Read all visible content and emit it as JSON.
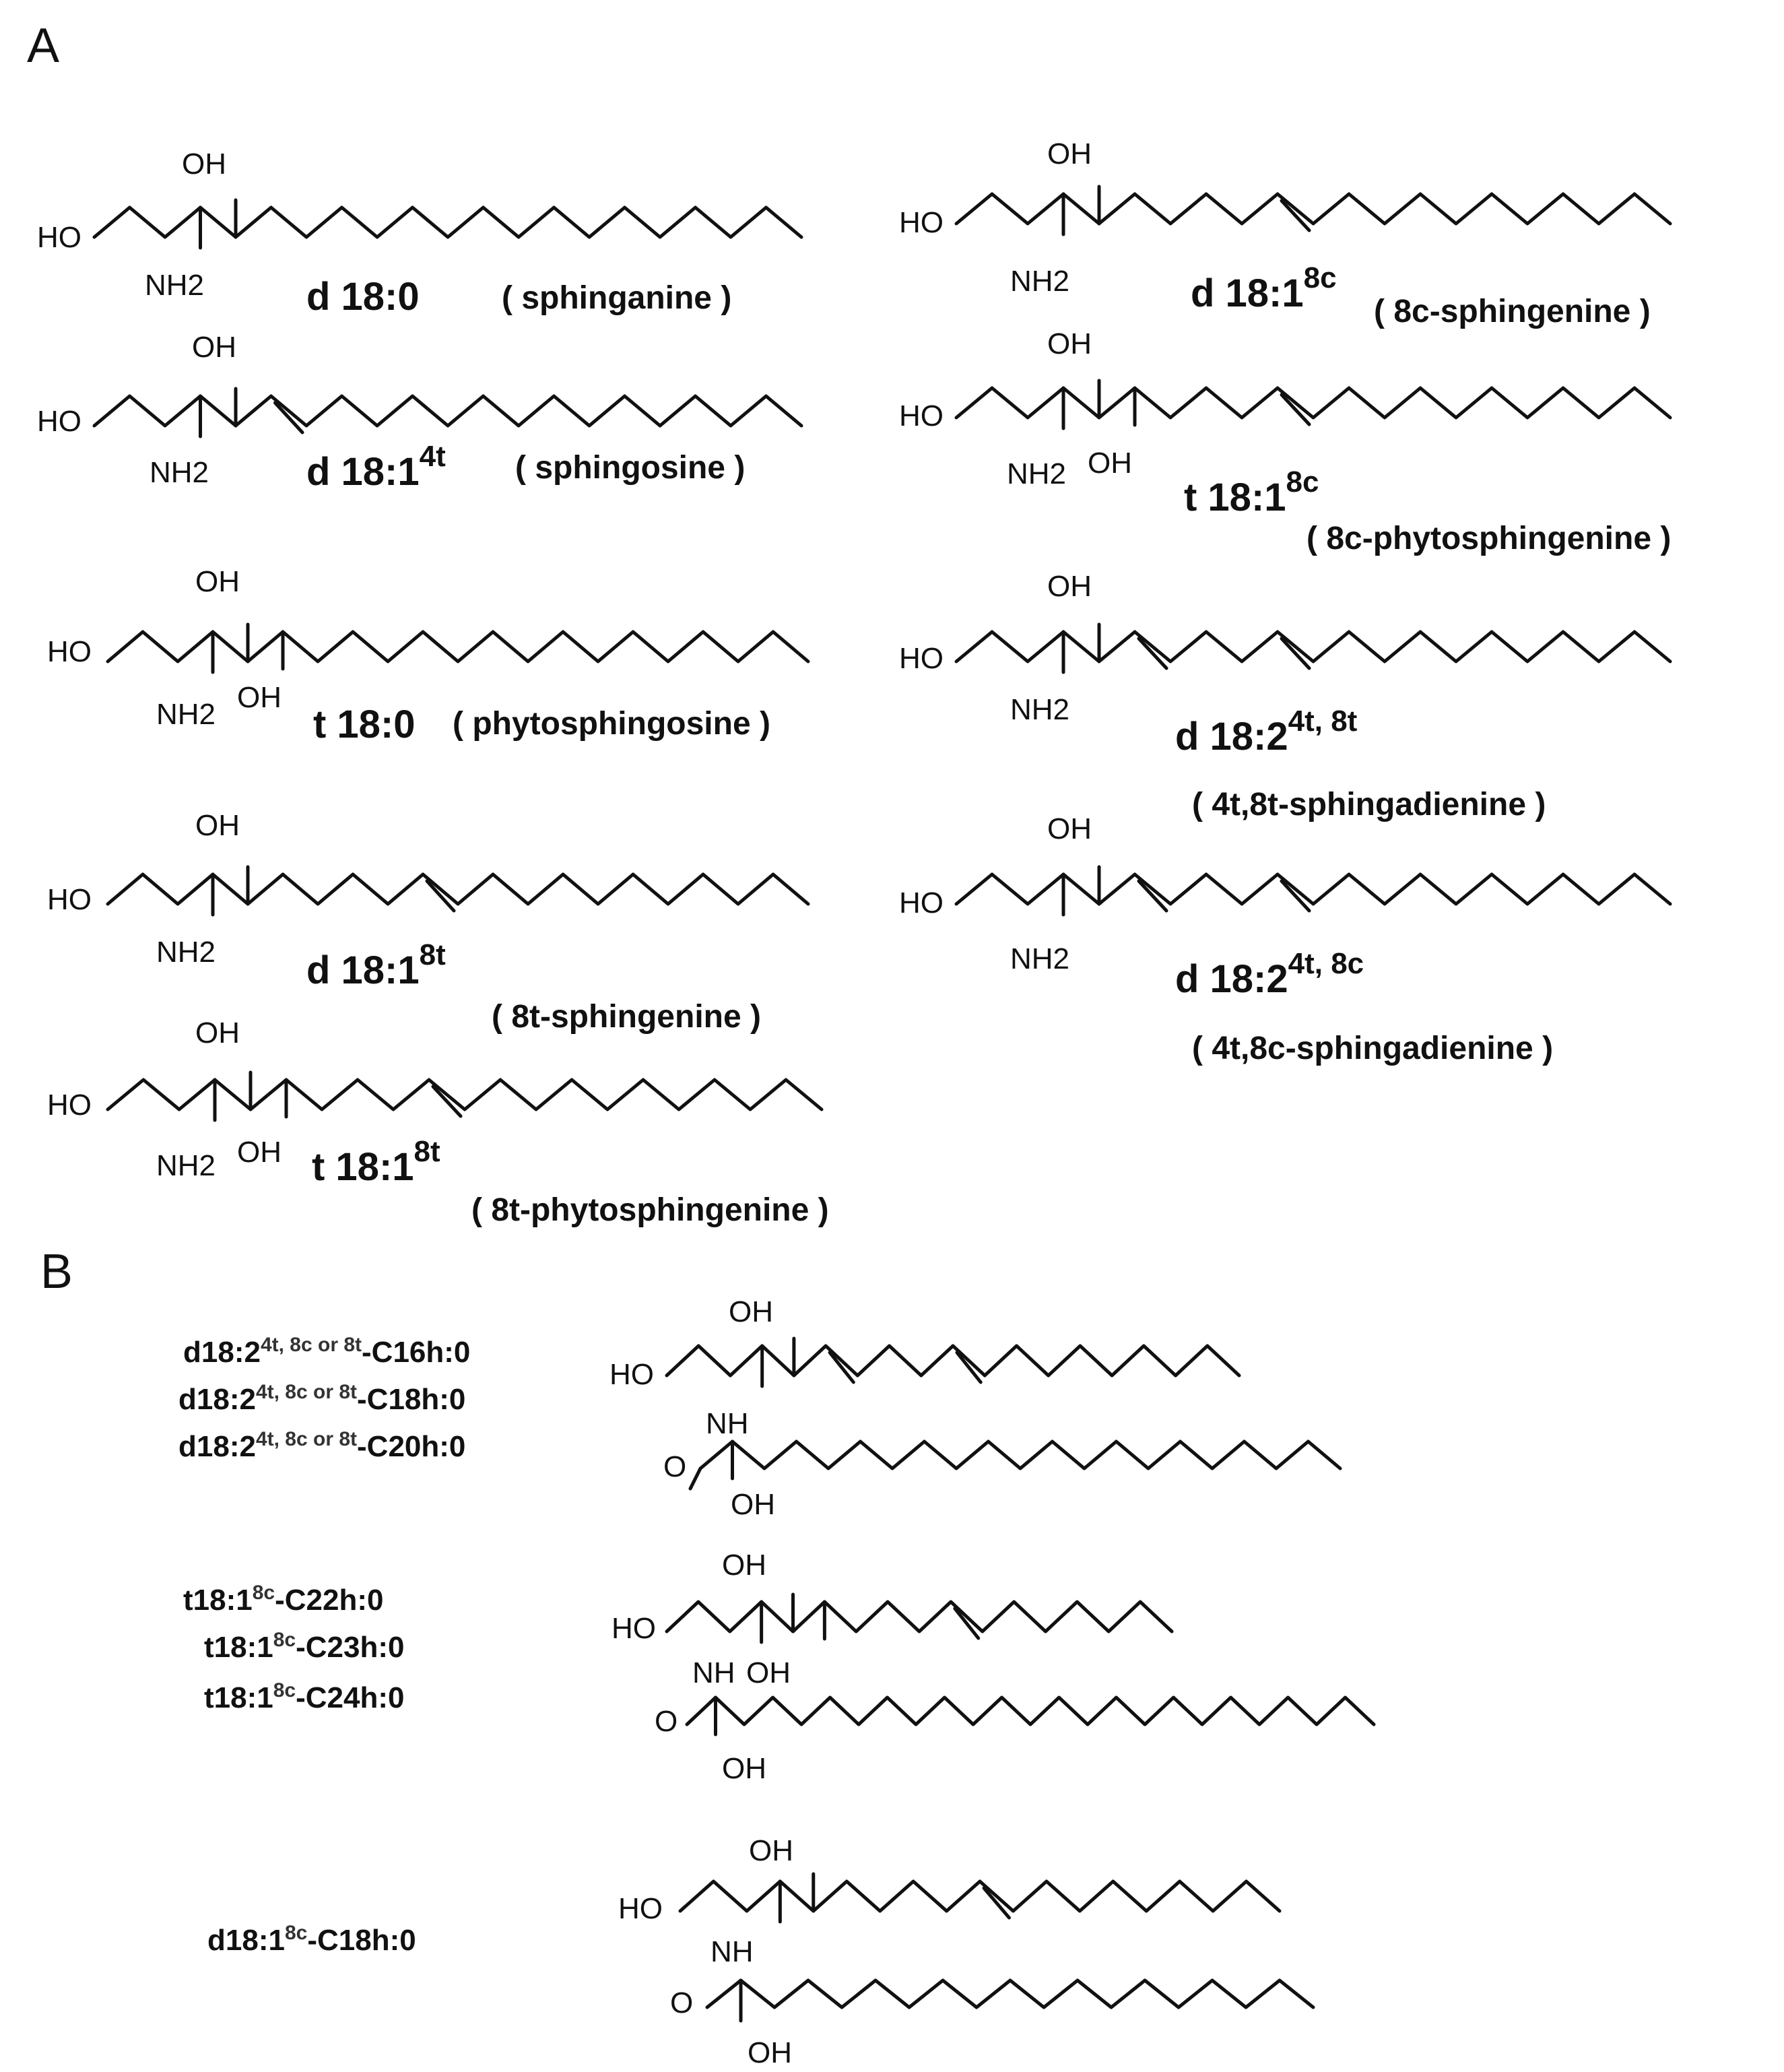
{
  "panels": {
    "a": {
      "label": "A"
    },
    "b": {
      "label": "B"
    }
  },
  "atom_labels": {
    "hydroxyl": "OH",
    "hydroxyl_end": "HO",
    "amine": "NH2",
    "amide": "NH",
    "carbonyl_o": "O"
  },
  "panel_a": [
    {
      "code": "d 18:0",
      "sup": "",
      "trivial": "( sphinganine )"
    },
    {
      "code": "d 18:1",
      "sup": "8c",
      "trivial": "( 8c-sphingenine )"
    },
    {
      "code": "d 18:1",
      "sup": "4t",
      "trivial": "( sphingosine )"
    },
    {
      "code": "t 18:1",
      "sup": "8c",
      "trivial": "( 8c-phytosphingenine )"
    },
    {
      "code": "t 18:0",
      "sup": "",
      "trivial": "( phytosphingosine )"
    },
    {
      "code": "d 18:2",
      "sup": "4t, 8t",
      "trivial": "( 4t,8t-sphingadienine )"
    },
    {
      "code": "d 18:1",
      "sup": "8t",
      "trivial": "( 8t-sphingenine )"
    },
    {
      "code": "d 18:2",
      "sup": "4t, 8c",
      "trivial": "( 4t,8c-sphingadienine )"
    },
    {
      "code": "t 18:1",
      "sup": "8t",
      "trivial": "( 8t-phytosphingenine )"
    }
  ],
  "panel_b": [
    {
      "lines": [
        {
          "pre": "d18:2",
          "sup": "4t, 8c or 8t",
          "post": "-C16h:0"
        },
        {
          "pre": "d18:2",
          "sup": "4t, 8c or 8t",
          "post": "-C18h:0"
        },
        {
          "pre": "d18:2",
          "sup": "4t, 8c or 8t",
          "post": "-C20h:0"
        }
      ]
    },
    {
      "lines": [
        {
          "pre": "t18:1",
          "sup": "8c",
          "post": "-C22h:0"
        },
        {
          "pre": "t18:1",
          "sup": "8c",
          "post": "-C23h:0"
        },
        {
          "pre": "t18:1",
          "sup": "8c",
          "post": "-C24h:0"
        }
      ]
    },
    {
      "lines": [
        {
          "pre": "d18:1",
          "sup": "8c",
          "post": "-C18h:0"
        }
      ]
    }
  ]
}
